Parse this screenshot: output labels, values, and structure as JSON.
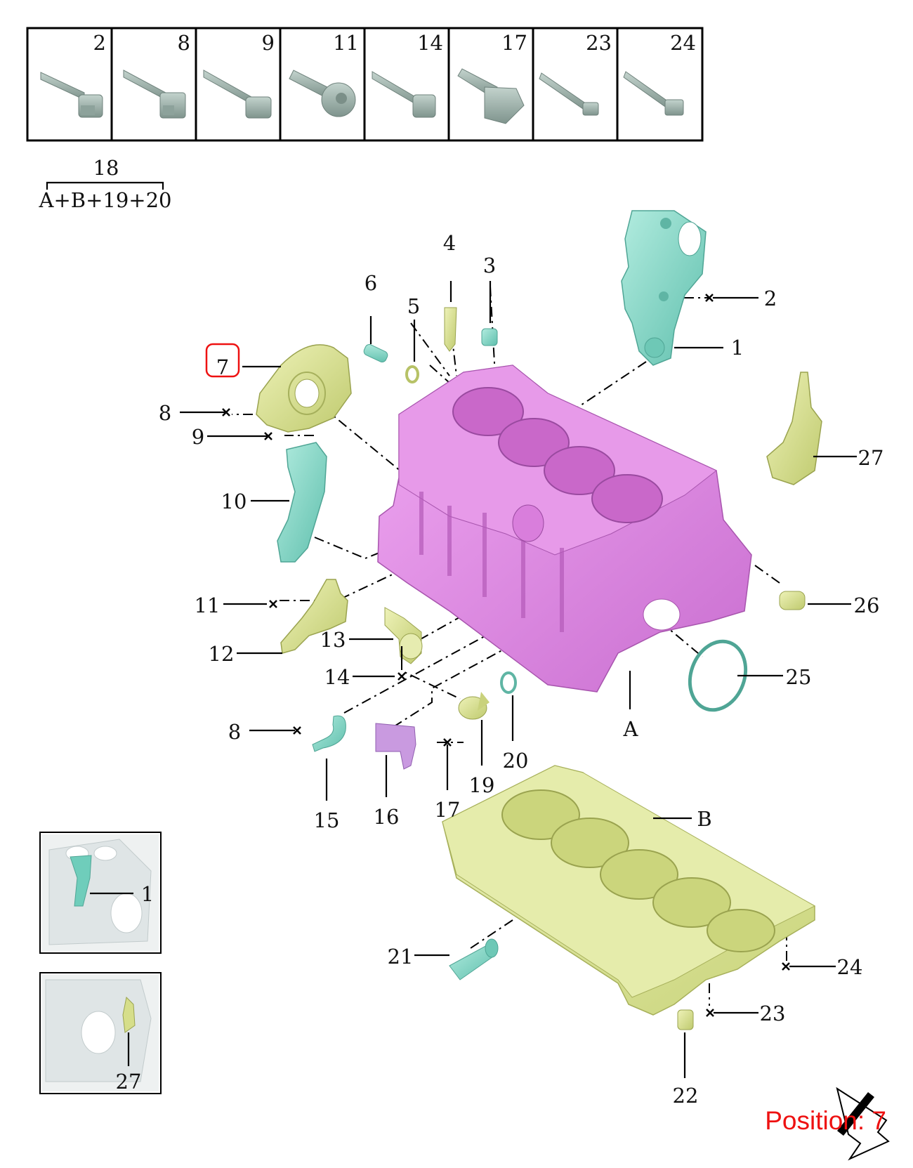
{
  "hardware_table": {
    "cells": [
      {
        "number": "2"
      },
      {
        "number": "8"
      },
      {
        "number": "9"
      },
      {
        "number": "11"
      },
      {
        "number": "14"
      },
      {
        "number": "17"
      },
      {
        "number": "23"
      },
      {
        "number": "24"
      }
    ]
  },
  "kit": {
    "number": "18",
    "contents": "A+B+19+20"
  },
  "callouts": {
    "c1": "1",
    "c2": "2",
    "c3": "3",
    "c4": "4",
    "c5": "5",
    "c6": "6",
    "c7": "7",
    "c8a": "8",
    "c9": "9",
    "c10": "10",
    "c11": "11",
    "c12": "12",
    "c13": "13",
    "c14": "14",
    "c8b": "8",
    "c15": "15",
    "c16": "16",
    "c17": "17",
    "c19": "19",
    "c20": "20",
    "cA": "A",
    "cB": "B",
    "c21": "21",
    "c22": "22",
    "c23": "23",
    "c24": "24",
    "c25": "25",
    "c26": "26",
    "c27": "27"
  },
  "insets": {
    "inset1_label": "1",
    "inset2_label": "27"
  },
  "selection": {
    "position_text": "Position: 7",
    "highlight_color": "#ee1111"
  },
  "colors": {
    "block": "#e38be6",
    "bedplate": "#d9e39a",
    "teal_part": "#86d6c6",
    "yellow_part": "#d6de8a",
    "violet_part": "#c99ae0",
    "bolt": "#9fb3ad"
  }
}
